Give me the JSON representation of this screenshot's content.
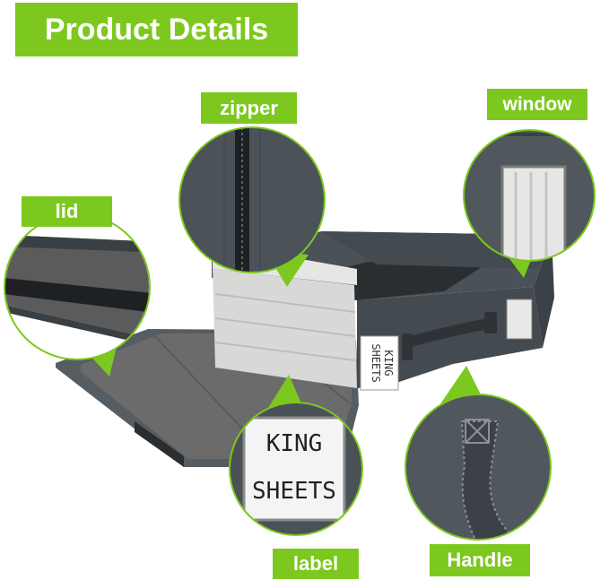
{
  "title": "Product Details",
  "callouts": {
    "zipper": "zipper",
    "window": "window",
    "lid": "lid",
    "label": "label",
    "handle": "Handle"
  },
  "box_label": {
    "line1": "KING",
    "line2": "SHEETS"
  },
  "colors": {
    "accent": "#7dc81e",
    "box": "#4a5157",
    "lid_inner": "#6a6a6a",
    "background": "#ffffff"
  }
}
